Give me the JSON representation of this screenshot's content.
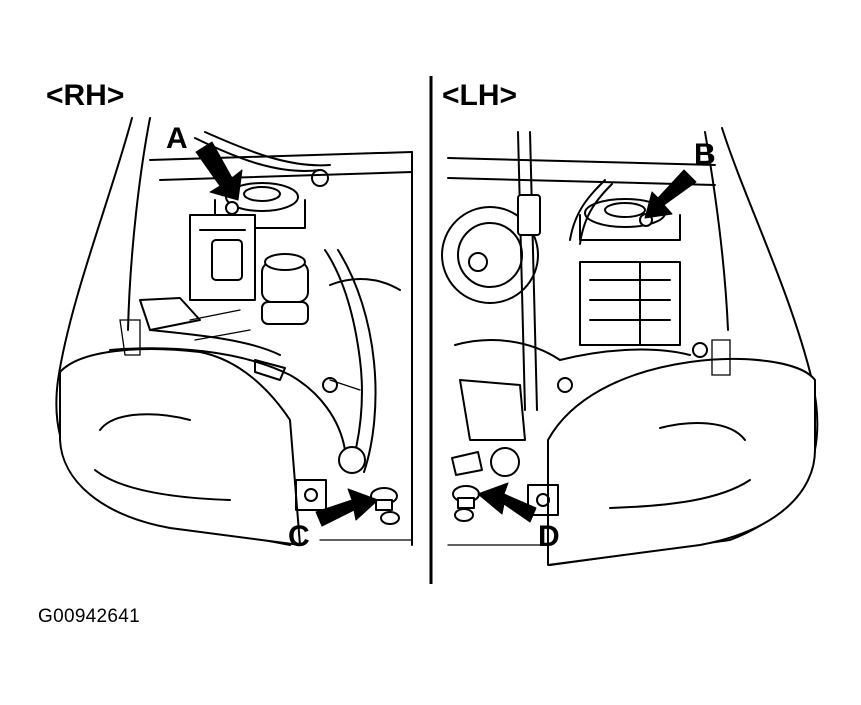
{
  "panels": {
    "rh": {
      "label": "<RH>"
    },
    "lh": {
      "label": "<LH>"
    }
  },
  "callouts": {
    "a": "A",
    "b": "B",
    "c": "C",
    "d": "D"
  },
  "figure_code": "G00942641"
}
